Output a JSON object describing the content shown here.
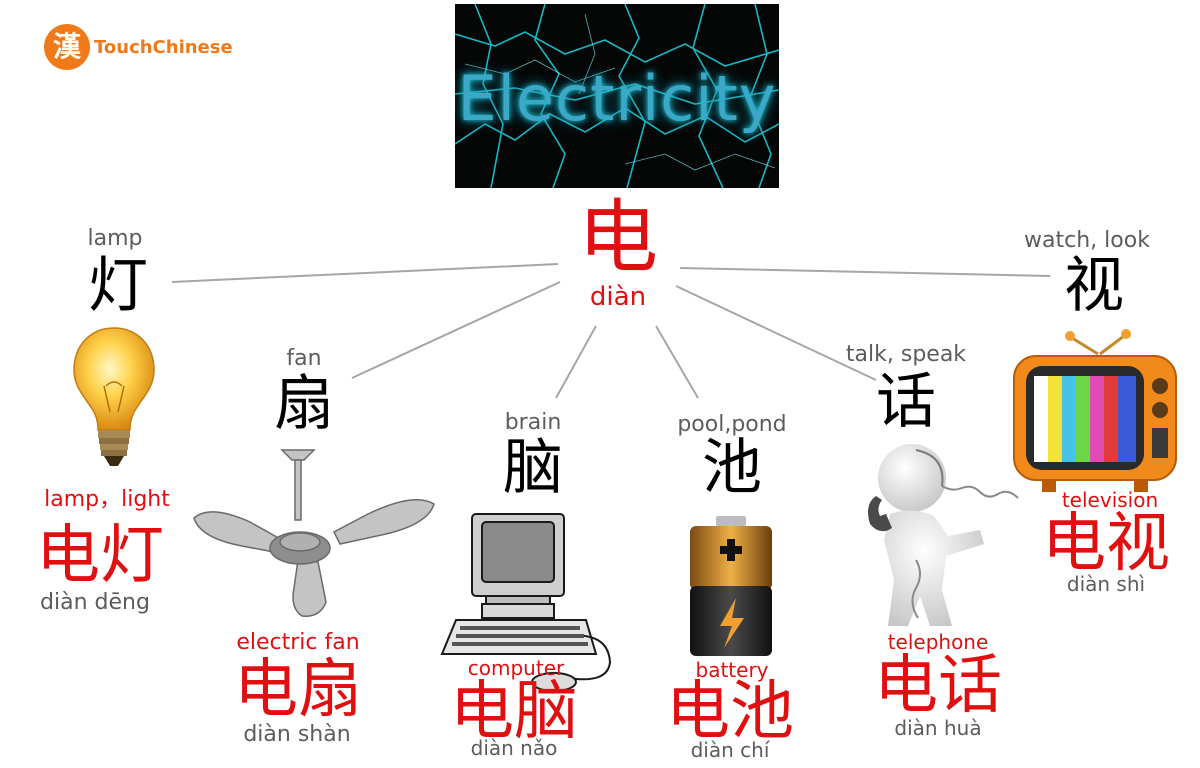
{
  "logo": {
    "mark": "漢",
    "text": "TouchChinese"
  },
  "banner": {
    "text": "Electricity"
  },
  "center": {
    "hanzi": "电",
    "pinyin": "diàn"
  },
  "items": [
    {
      "en": "lamp",
      "hanzi": "灯",
      "icon": "light-bulb-icon",
      "compound_en": "lamp，light",
      "compound": "电灯",
      "compound_pinyin": "diàn dēng"
    },
    {
      "en": "fan",
      "hanzi": "扇",
      "icon": "ceiling-fan-icon",
      "compound_en": "electric fan",
      "compound": "电扇",
      "compound_pinyin": "diàn shàn"
    },
    {
      "en": "brain",
      "hanzi": "脑",
      "icon": "computer-icon",
      "compound_en": "computer",
      "compound": "电脑",
      "compound_pinyin": "diàn nǎo"
    },
    {
      "en": "pool,pond",
      "hanzi": "池",
      "icon": "battery-icon",
      "compound_en": "battery",
      "compound": "电池",
      "compound_pinyin": "diàn chí"
    },
    {
      "en": "talk, speak",
      "hanzi": "话",
      "icon": "telephone-figure-icon",
      "compound_en": "telephone",
      "compound": "电话",
      "compound_pinyin": "diàn huà"
    },
    {
      "en": "watch, look",
      "hanzi": "视",
      "icon": "television-icon",
      "compound_en": "television",
      "compound": "电视",
      "compound_pinyin": "diàn shì"
    }
  ],
  "colors": {
    "accent_red": "#e01010",
    "logo_orange": "#f07a1a",
    "text_gray": "#5c5c5c",
    "connector": "#a6a6a6"
  }
}
